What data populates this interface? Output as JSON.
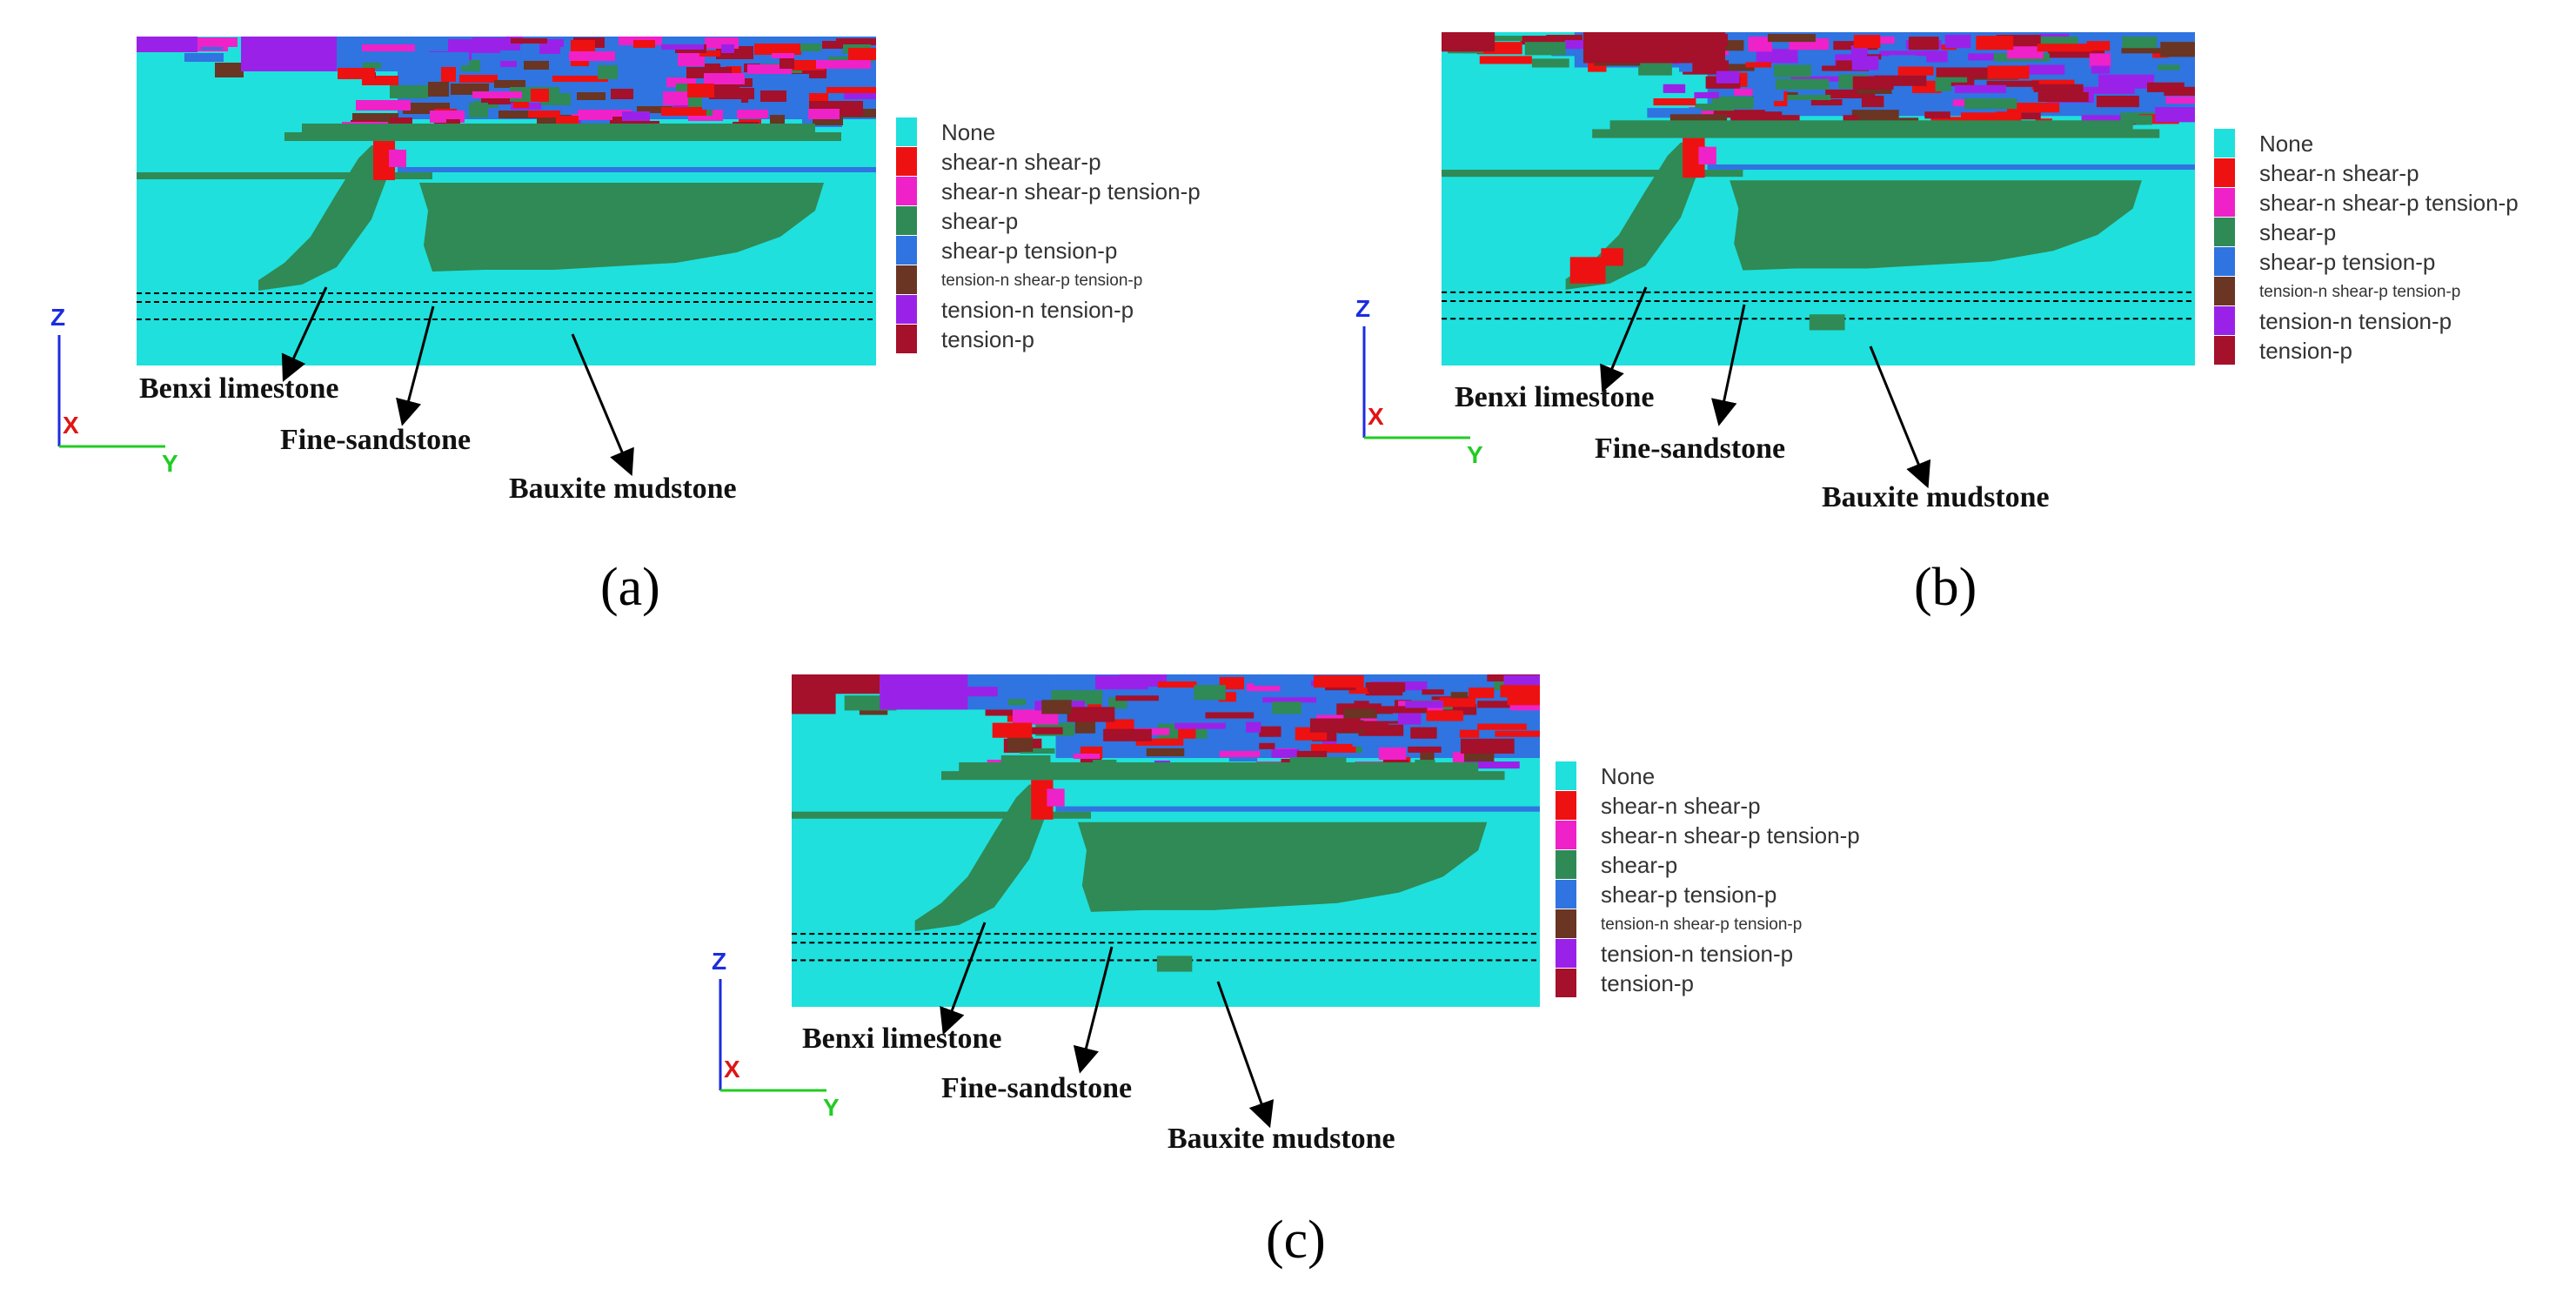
{
  "colors": {
    "none": "#1fe0dc",
    "shear_n_shear_p": "#ee1111",
    "shear_n_shear_p_tension_p": "#ee22c8",
    "shear_p": "#2f8a55",
    "shear_p_tension_p": "#2f74e0",
    "tension_n_shear_p_tension_p": "#6a3522",
    "tension_n_tension_p": "#9a22e8",
    "tension_p": "#a5102a",
    "axis_z": "#1c2ce0",
    "axis_x": "#e01414",
    "axis_y": "#22cc22"
  },
  "legend": [
    {
      "label": "None",
      "color_key": "none"
    },
    {
      "label": "shear-n shear-p",
      "color_key": "shear_n_shear_p"
    },
    {
      "label": "shear-n shear-p tension-p",
      "color_key": "shear_n_shear_p_tension_p"
    },
    {
      "label": "shear-p",
      "color_key": "shear_p"
    },
    {
      "label": "shear-p tension-p",
      "color_key": "shear_p_tension_p"
    },
    {
      "label": "tension-n shear-p tension-p",
      "color_key": "tension_n_shear_p_tension_p",
      "small": true
    },
    {
      "label": "tension-n tension-p",
      "color_key": "tension_n_tension_p"
    },
    {
      "label": "tension-p",
      "color_key": "tension_p"
    }
  ],
  "axes": {
    "z": "Z",
    "x": "X",
    "y": "Y"
  },
  "annotations": {
    "benxi": "Benxi limestone",
    "fine": "Fine-sandstone",
    "bauxite": "Bauxite mudstone"
  },
  "panels": [
    {
      "id": "a",
      "label": "(a)"
    },
    {
      "id": "b",
      "label": "(b)"
    },
    {
      "id": "c",
      "label": "(c)"
    }
  ]
}
